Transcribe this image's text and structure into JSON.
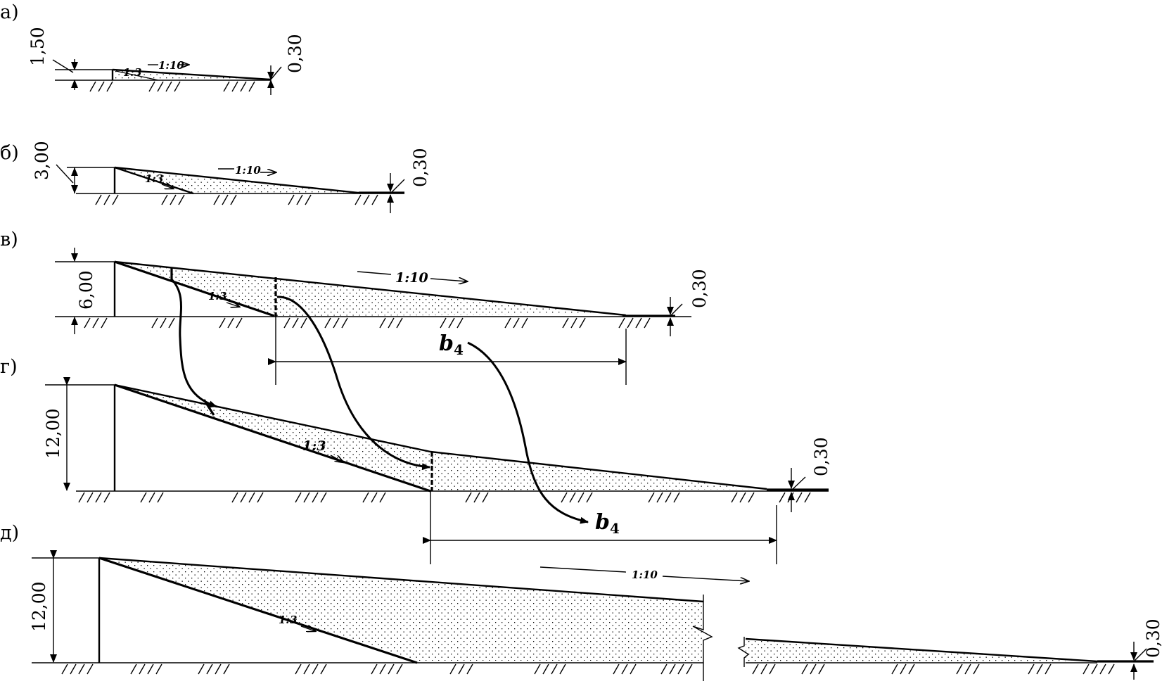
{
  "panels": [
    {
      "label": "а)",
      "height": "1,50",
      "slope_steep": "1:3",
      "slope_gentle": "1:10",
      "toe": "0,30"
    },
    {
      "label": "б)",
      "height": "3,00",
      "slope_steep": "1:3",
      "slope_gentle": "1:10",
      "toe": "0,30"
    },
    {
      "label": "в)",
      "height": "6,00",
      "slope_steep": "1:3",
      "slope_gentle": "1:10",
      "toe": "0,30"
    },
    {
      "label": "г)",
      "height": "12,00",
      "slope_steep": "1:3",
      "toe": "0,30"
    },
    {
      "label": "д)",
      "height": "12,00",
      "slope_steep": "1:3",
      "slope_gentle": "1:10",
      "toe": "0,30"
    }
  ],
  "b4": {
    "base": "b",
    "sub": "4"
  },
  "colors": {
    "ink": "#000000",
    "fill_dots": "#000000"
  }
}
